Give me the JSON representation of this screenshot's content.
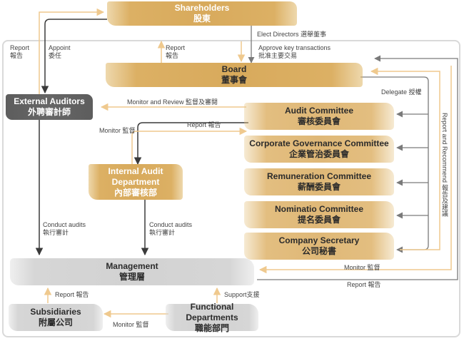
{
  "nodes": {
    "shareholders": {
      "en": "Shareholders",
      "zh": "股東"
    },
    "board": {
      "en": "Board",
      "zh": "董事會"
    },
    "external_auditors": {
      "en": "External Auditors",
      "zh": "外聘審計師"
    },
    "internal_audit": {
      "en1": "Internal Audit",
      "en2": "Department",
      "zh": "內部審核部"
    },
    "audit_committee": {
      "en": "Audit Committee",
      "zh": "審核委員會"
    },
    "corp_gov_committee": {
      "en": "Corporate Governance Committee",
      "zh": "企業管治委員會"
    },
    "remuneration_committee": {
      "en": "Remuneration Committee",
      "zh": "薪酬委員會"
    },
    "nomination_committee": {
      "en": "Nominatio Committee",
      "zh": "提名委員會"
    },
    "company_secretary": {
      "en": "Company Secretary",
      "zh": "公司秘書"
    },
    "management": {
      "en": "Management",
      "zh": "管理層"
    },
    "subsidiaries": {
      "en": "Subsidiaries",
      "zh": "附屬公司"
    },
    "functional_departments": {
      "en": "Functional Departments",
      "zh": "職能部門"
    }
  },
  "labels": {
    "report_left_en": "Report",
    "report_left_zh": "報告",
    "appoint_en": "Appoint",
    "appoint_zh": "委任",
    "elect_directors": "Elect Directors  選舉董事",
    "report_board_en": "Report",
    "report_board_zh": "報告",
    "approve_en": "Approve key transactions",
    "approve_zh": "批准主要交易",
    "delegate": "Delegate 授權",
    "monitor_review": "Monitor and Review 監督及審閱",
    "report_ac": "Report 報告",
    "monitor_ia": "Monitor 監督",
    "report_recommend": "Report and Recommend 報告及建議",
    "conduct_audits_1_en": "Conduct audits",
    "conduct_audits_1_zh": "執行審計",
    "conduct_audits_2_en": "Conduct audits",
    "conduct_audits_2_zh": "執行審計",
    "monitor_mgmt": "Monitor 監督",
    "report_mgmt": "Report 報告",
    "report_sub": "Report 報告",
    "support": "Support支援",
    "monitor_sub": "Monitor 監督"
  },
  "colors": {
    "gold": "#d8aa5c",
    "gold_light_arrow": "#efc98e",
    "dark_gray": "#5d5d5d",
    "light_gray": "#d2d2d2",
    "arrow_dark": "#3a3a3a",
    "arrow_gray": "#7a7a7a"
  }
}
